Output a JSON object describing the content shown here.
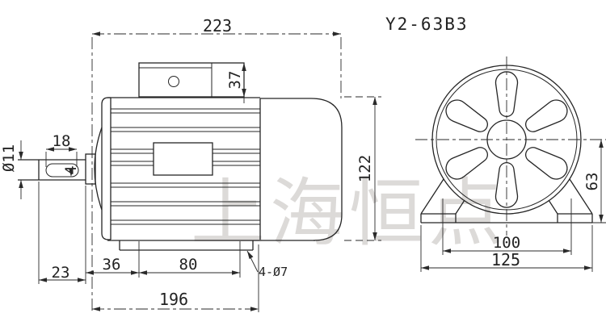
{
  "title": "Y2-63B3",
  "watermark": "上海恒点",
  "side_view": {
    "total_length": "223",
    "terminal_box_height": "37",
    "body_height": "122",
    "shaft_diameter": "Ø11",
    "keyway_length": "18",
    "key_width": "4",
    "shaft_extension": "23",
    "foot_offset": "36",
    "foot_spacing": "80",
    "frame_length": "196",
    "mounting_holes": "4-Ø7"
  },
  "front_view": {
    "shaft_height": "63",
    "foot_hole_span": "100",
    "base_width": "125"
  }
}
